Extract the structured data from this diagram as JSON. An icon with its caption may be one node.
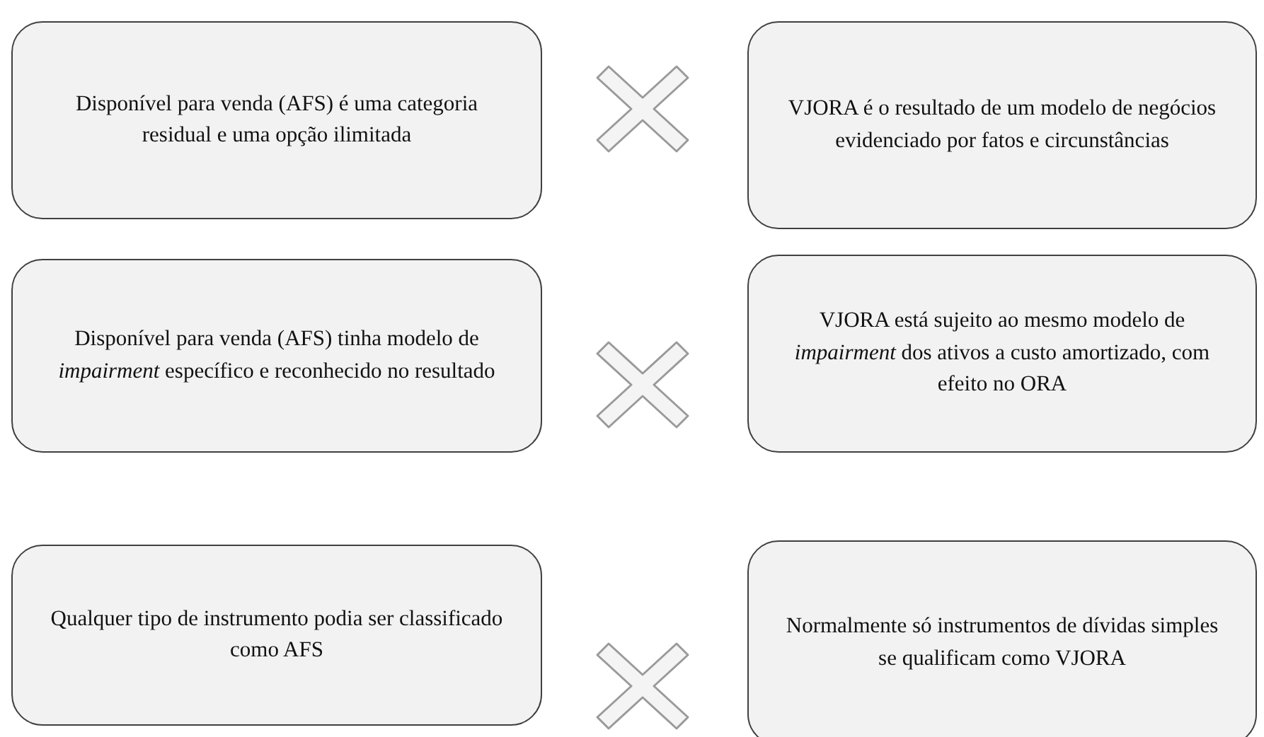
{
  "diagram": {
    "nodes": [
      {
        "text": [
          "Disponível para venda (AFS) é uma categoria residual e uma opção ilimitada"
        ]
      },
      {
        "text": [
          "VJORA é o resultado de um modelo de negócios evidenciado por fatos e circunstâncias"
        ]
      },
      {
        "text": [
          "Disponível para venda (AFS) tinha modelo de *impairment* específico e reconhecido no resultado"
        ]
      },
      {
        "text": [
          "VJORA está sujeito ao mesmo modelo de *impairment* dos ativos a custo amortizado, com efeito no ORA"
        ]
      },
      {
        "text": [
          "Qualquer tipo de instrumento podia ser classificado como AFS"
        ]
      },
      {
        "text": [
          "Normalmente só instrumentos de dívidas simples se qualificam como VJORA"
        ]
      }
    ]
  }
}
